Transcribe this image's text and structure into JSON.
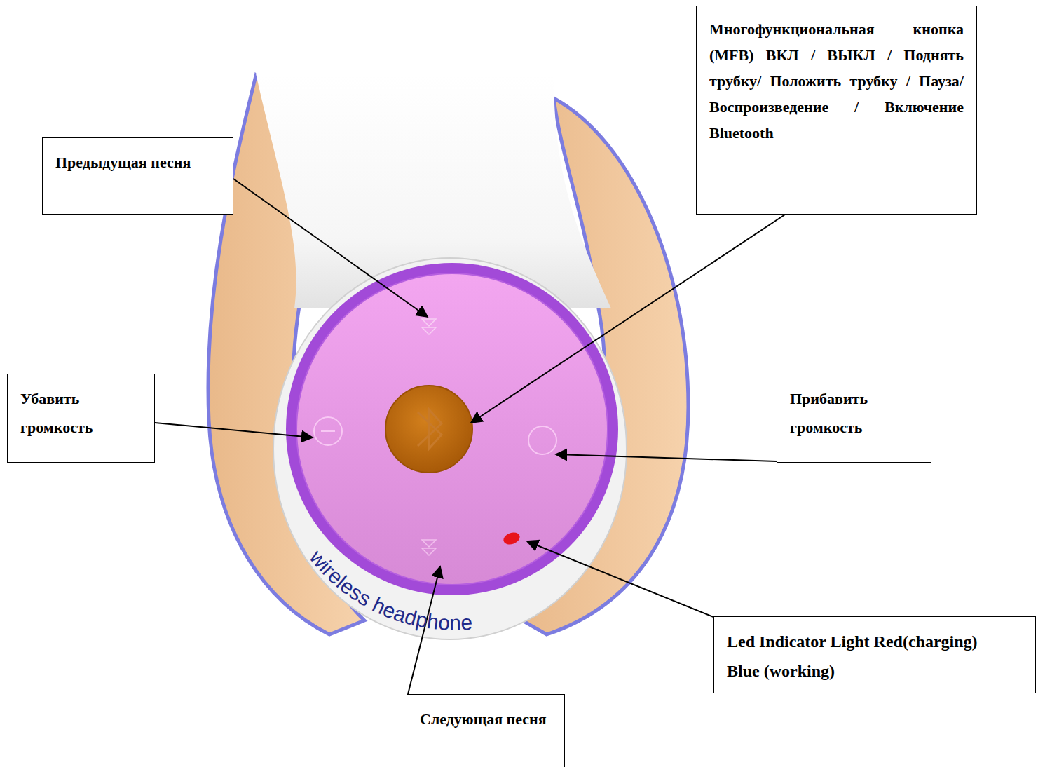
{
  "diagram": {
    "nodes": [
      {
        "text": [
          "Многофункциональная кнопка (MFB) ВКЛ / ВЫКЛ / Поднять трубку/ Положить трубку / Пауза/ Воспроизведение / Включение Bluetooth"
        ]
      },
      {
        "text": [
          "Предыдущая песня"
        ]
      },
      {
        "text": [
          "Убавить громкость"
        ]
      },
      {
        "text": [
          "Прибавить громкость"
        ]
      },
      {
        "text": [
          "Led Indicator Light Red(charging) Blue (working)"
        ]
      },
      {
        "text": [
          "Следующая песня"
        ]
      }
    ],
    "labels": [
      "wireless headphone"
    ]
  }
}
